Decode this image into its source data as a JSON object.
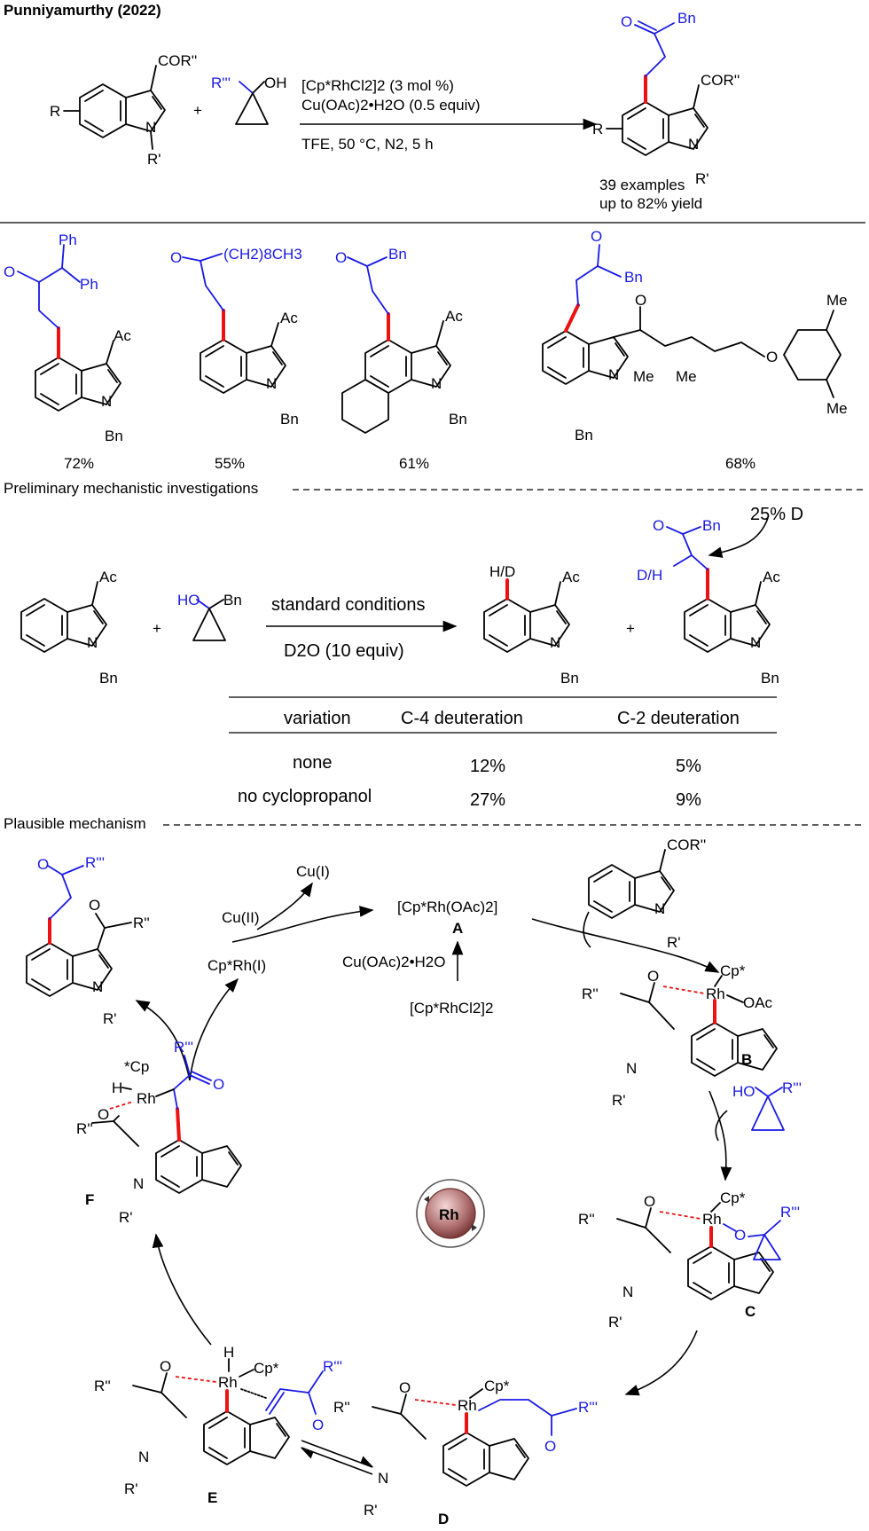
{
  "header": {
    "title": "Punniyamurthy (2022)"
  },
  "reaction": {
    "conditions": [
      "[Cp*RhCl2]2 (3 mol %)",
      "Cu(OAc)2•H2O (0.5 equiv)",
      "TFE, 50 °C, N2, 5 h"
    ],
    "scope_note": [
      "39 examples",
      "up to 82% yield"
    ],
    "labels": {
      "cor": "COR''",
      "r": "R",
      "rprime": "R'",
      "rtriple": "R'''",
      "oh": "OH",
      "o": "O",
      "n": "N",
      "bn": "Bn",
      "plus": "+"
    }
  },
  "examples": {
    "yields": [
      "72%",
      "55%",
      "61%",
      "68%"
    ],
    "labels": {
      "ph": "Ph",
      "ac": "Ac",
      "bn": "Bn",
      "chain": "(CH2)8CH3",
      "me": "Me",
      "o": "O",
      "n": "N"
    }
  },
  "mechanistic": {
    "heading": "Preliminary mechanistic investigations",
    "conditions": [
      "standard conditions",
      "D2O (10 equiv)"
    ],
    "labels": {
      "hd": "H/D",
      "dh": "D/H",
      "ho": "HO",
      "d25": "25% D"
    },
    "table": {
      "headers": [
        "variation",
        "C-4 deuteration",
        "C-2 deuteration"
      ],
      "rows": [
        {
          "variation": "none",
          "c4": "12%",
          "c2": "5%"
        },
        {
          "variation": "no cyclopropanol",
          "c4": "27%",
          "c2": "9%"
        }
      ]
    }
  },
  "mechanism": {
    "heading": "Plausible mechanism",
    "species": {
      "A": "[Cp*Rh(OAc)2]",
      "A_label": "A",
      "oxidant": "Cu(OAc)2•H2O",
      "precat": "[Cp*RhCl2]2",
      "cu2": "Cu(II)",
      "cu1": "Cu(I)",
      "rh1": "Cp*Rh(I)",
      "center": "Rh"
    },
    "intermediates": [
      "B",
      "C",
      "D",
      "E",
      "F"
    ],
    "labels": {
      "rh": "Rh",
      "cp": "Cp*",
      "cpstar": "*Cp",
      "oac": "OAc",
      "h": "H",
      "rdouble": "R''",
      "rtriple": "R'''"
    }
  }
}
